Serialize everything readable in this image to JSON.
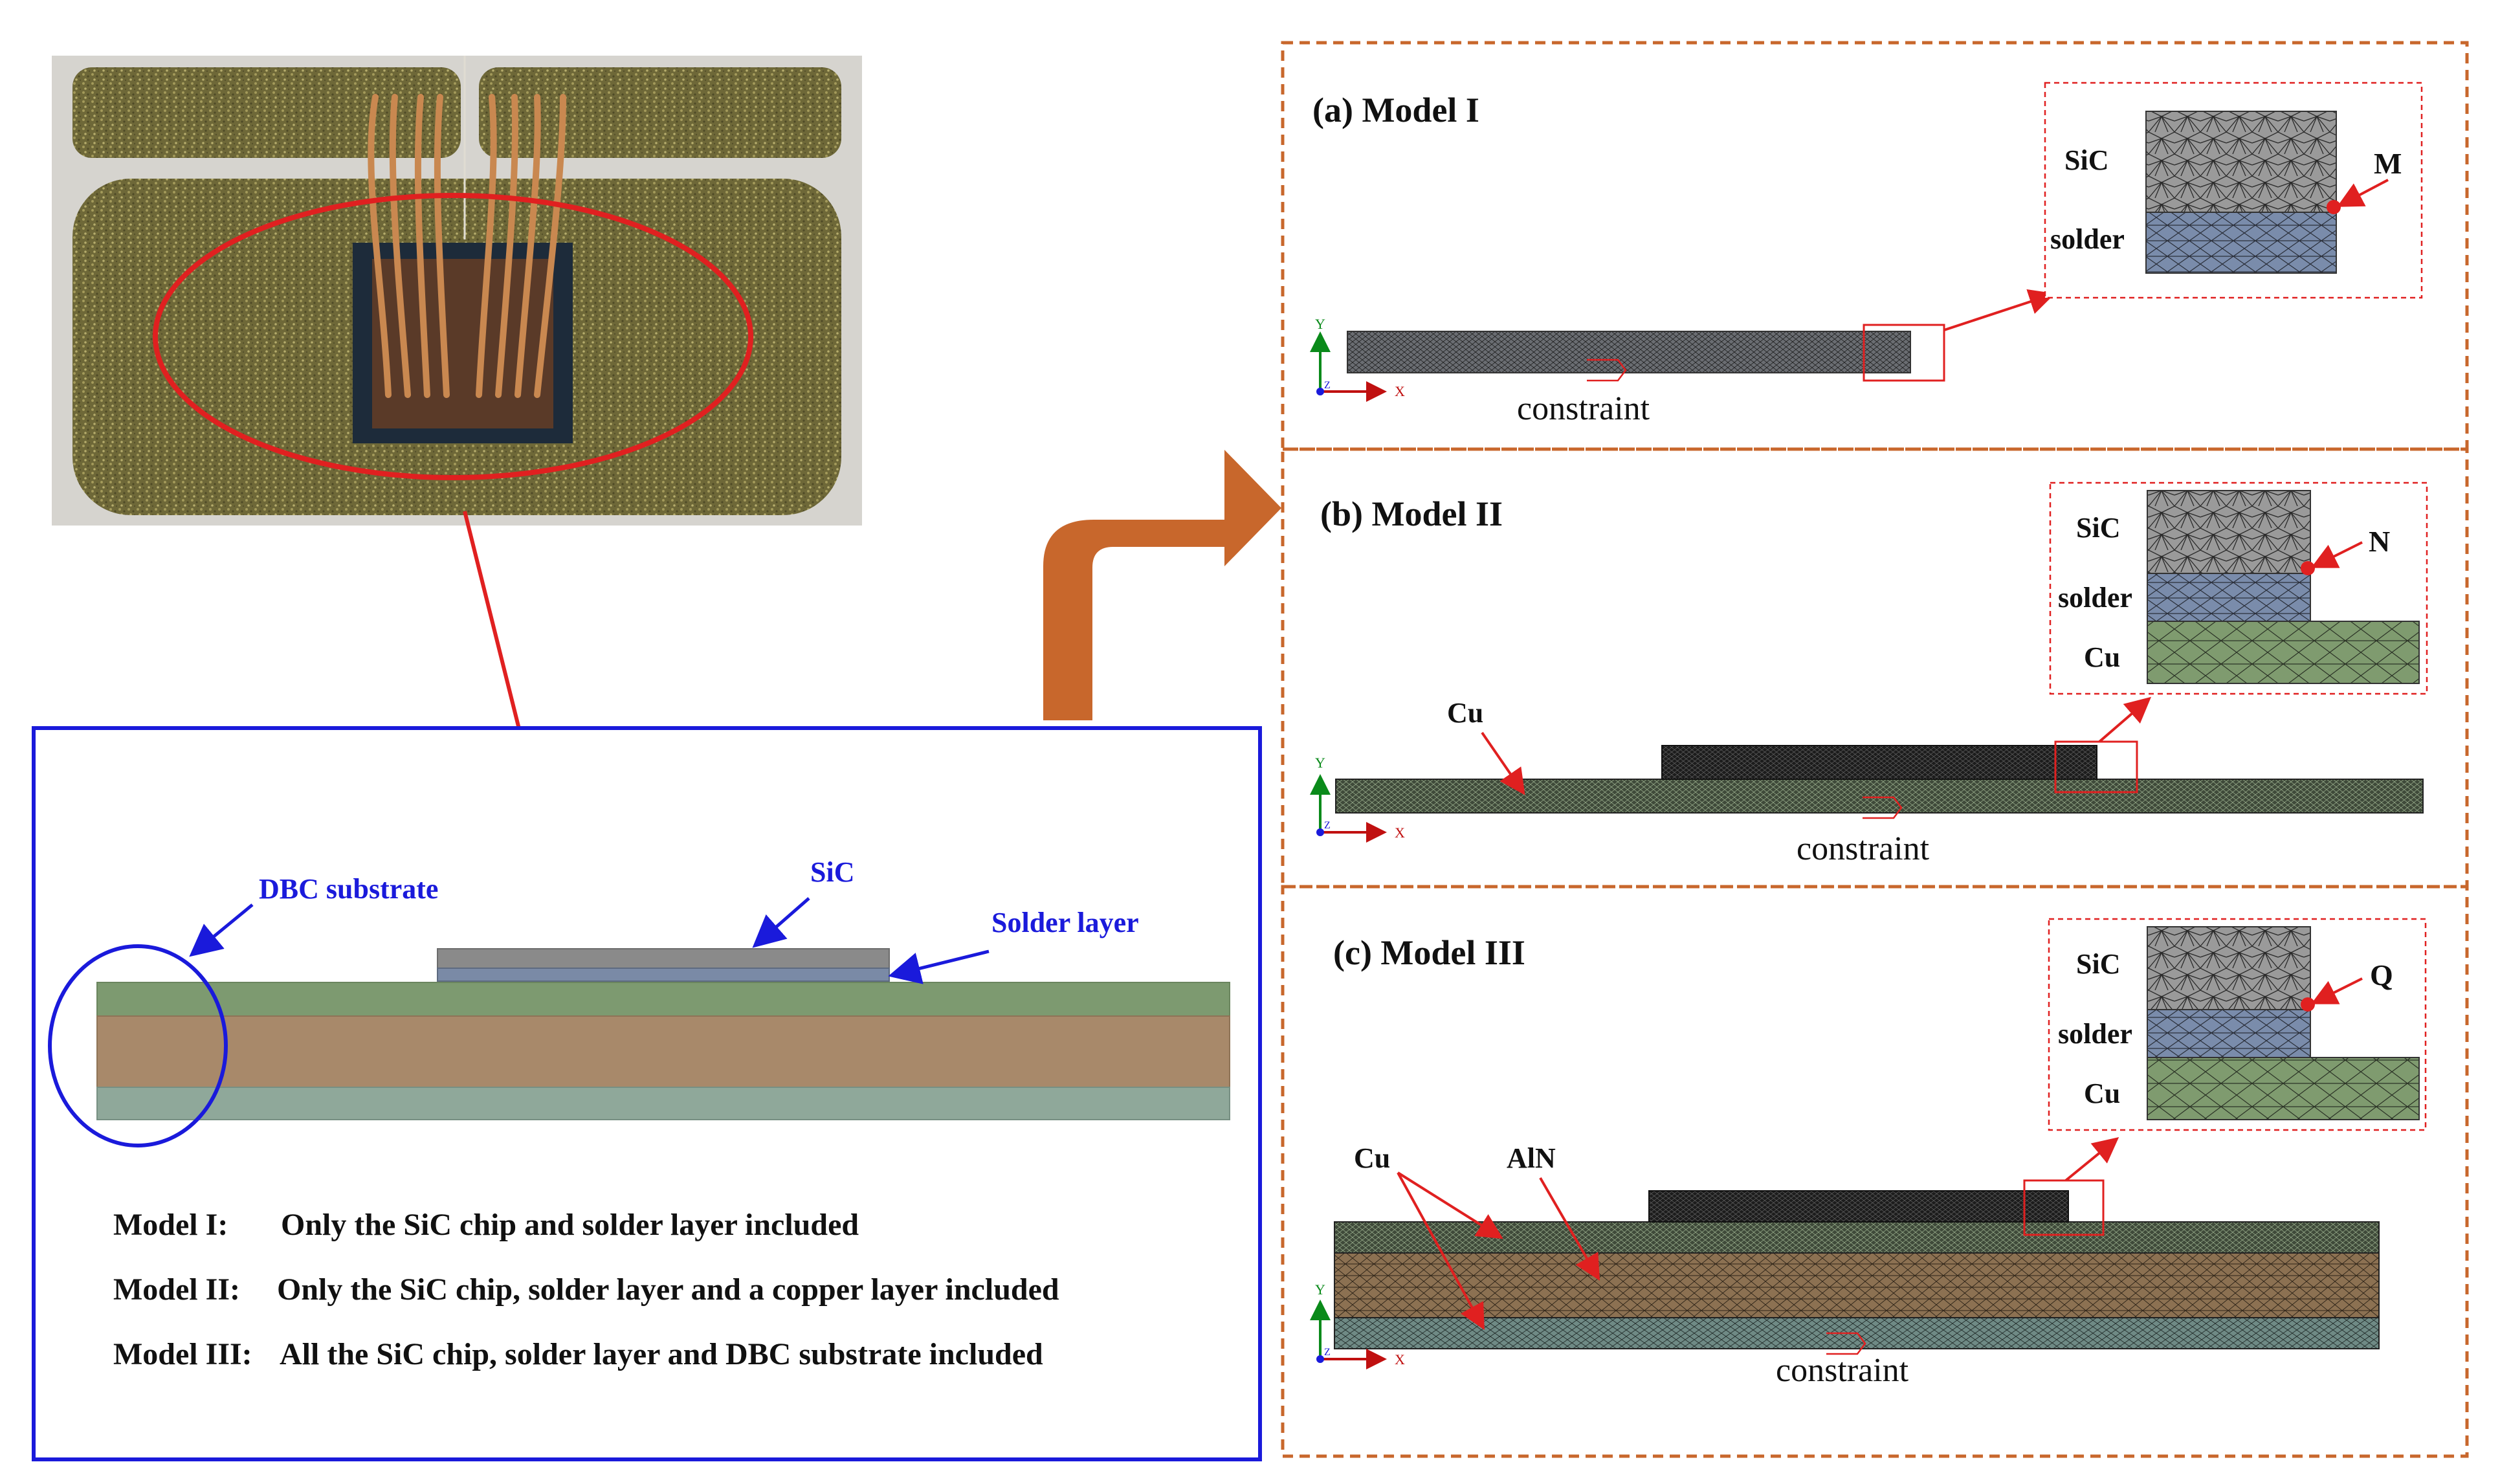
{
  "photo": {
    "description_icon": "package-photo-icon"
  },
  "left_panel": {
    "labels": {
      "dbc": "DBC substrate",
      "sic": "SiC",
      "solder": "Solder layer"
    },
    "model_lines": [
      {
        "prefix": "Model I:",
        "text": "Only the SiC chip and solder layer included"
      },
      {
        "prefix": "Model II:",
        "text": "Only the SiC chip, solder layer and a copper layer included"
      },
      {
        "prefix": "Model III:",
        "text": "All the SiC chip, solder layer and DBC substrate included"
      }
    ]
  },
  "panels": [
    {
      "title": "(a) Model I",
      "constraint": "constraint",
      "inset": {
        "labels": [
          "SiC",
          "solder"
        ],
        "point": "M"
      },
      "axis": {
        "x": "X",
        "y": "Y",
        "z": "Z"
      }
    },
    {
      "title": "(b) Model II",
      "constraint": "constraint",
      "layer_label": "Cu",
      "inset": {
        "labels": [
          "SiC",
          "solder",
          "Cu"
        ],
        "point": "N"
      },
      "axis": {
        "x": "X",
        "y": "Y",
        "z": "Z"
      }
    },
    {
      "title": "(c) Model III",
      "constraint": "constraint",
      "layer_labels": [
        "Cu",
        "AlN"
      ],
      "inset": {
        "labels": [
          "SiC",
          "solder",
          "Cu"
        ],
        "point": "Q"
      },
      "axis": {
        "x": "X",
        "y": "Y",
        "z": "Z"
      }
    }
  ],
  "colors": {
    "sic": "#8a8a8a",
    "solder": "#7a8aa6",
    "cu": "#7d9a70",
    "aln": "#a8896a",
    "cu_bottom": "#8fa89a",
    "panel_border": "#c8672c",
    "blue_border": "#1a1adb",
    "red": "#e02020"
  }
}
